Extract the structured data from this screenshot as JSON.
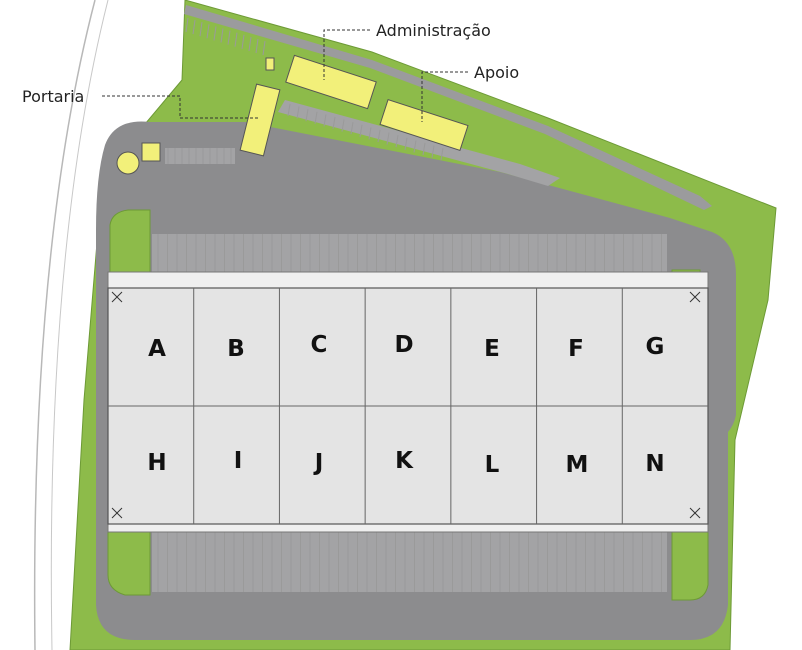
{
  "colors": {
    "grass": "#8dbb4a",
    "grass_dark": "#6d9a36",
    "asphalt": "#8c8c8e",
    "asphalt_light": "#a3a3a5",
    "building": "#e4e4e4",
    "dock": "#efefef",
    "support": "#f2f07a",
    "outline": "#555555"
  },
  "callouts": {
    "administracao": "Administração",
    "apoio": "Apoio",
    "portaria": "Portaria"
  },
  "units": {
    "top_row": [
      "A",
      "B",
      "C",
      "D",
      "E",
      "F",
      "G"
    ],
    "bottom_row": [
      "H",
      "I",
      "J",
      "K",
      "L",
      "M",
      "N"
    ]
  }
}
